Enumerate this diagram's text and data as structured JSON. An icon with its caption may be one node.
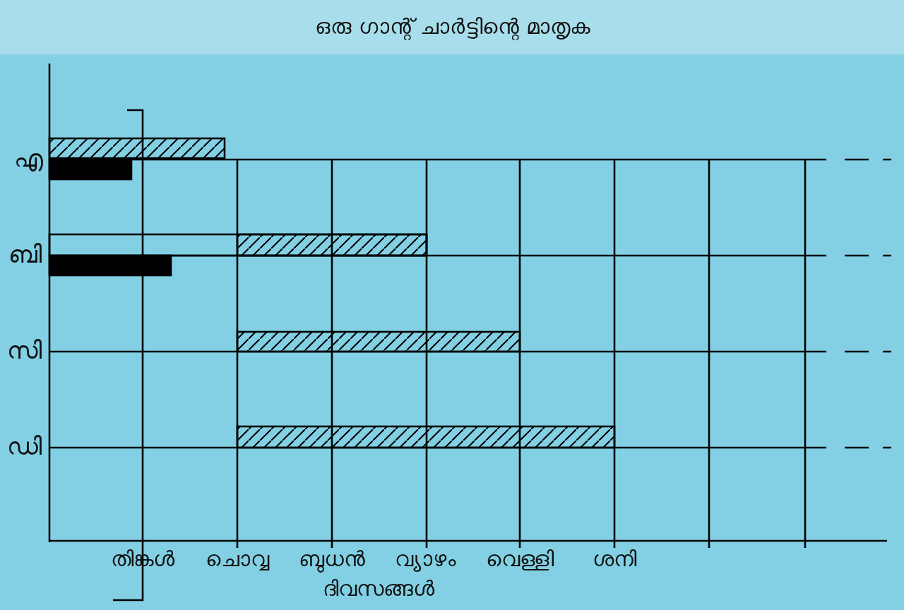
{
  "diagram": {
    "title": "ഒരു ഗാന്റ് ചാർട്ടിന്റെ മാതൃക",
    "labels": [
      "എ",
      "ബി",
      "സി",
      "ഡി",
      "തിങ്കൾ",
      "ചൊവ്വ",
      "ബുധൻ",
      "വ്യാഴം",
      "വെള്ളി",
      "ശനി",
      "ദിവസങ്ങൾ"
    ]
  }
}
